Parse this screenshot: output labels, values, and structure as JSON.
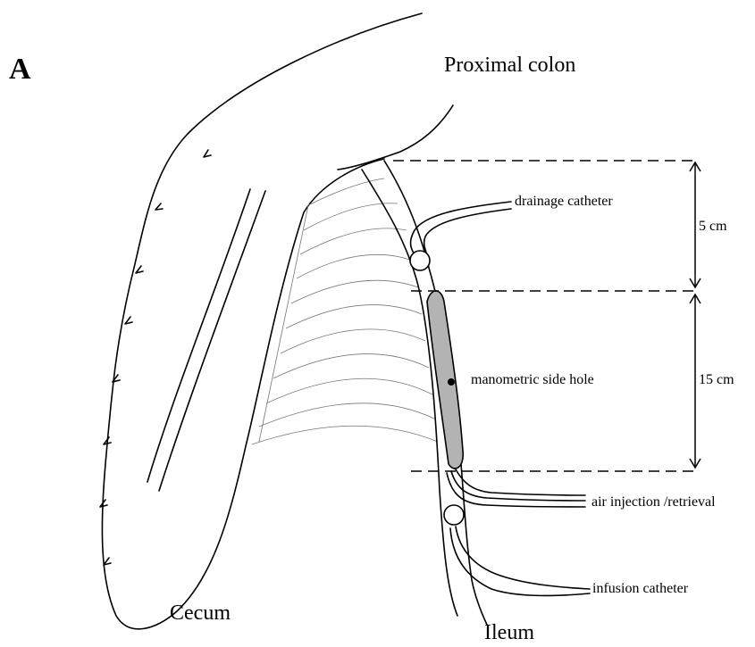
{
  "panel_label": "A",
  "labels": {
    "proximal_colon": "Proximal colon",
    "cecum": "Cecum",
    "ileum": "Ileum",
    "drainage_catheter": "drainage catheter",
    "manometric_side_hole": "manometric side hole",
    "air_injection": "air injection /retrieval",
    "infusion_catheter": "infusion catheter"
  },
  "dimensions": {
    "upper": "5 cm",
    "lower": "15 cm"
  },
  "colors": {
    "balloon_fill": "#b3b3b3",
    "line": "#000000",
    "fold_lines": "#777777"
  }
}
